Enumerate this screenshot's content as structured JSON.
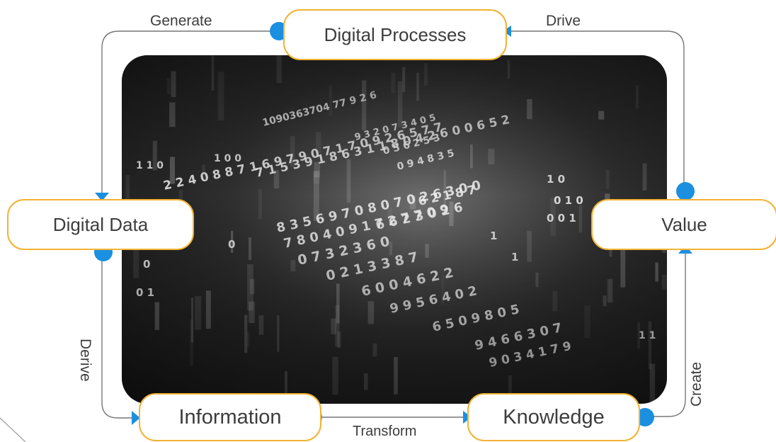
{
  "nodes": {
    "digital_processes": "Digital Processes",
    "digital_data": "Digital Data",
    "value": "Value",
    "information": "Information",
    "knowledge": "Knowledge"
  },
  "edges": {
    "generate": "Generate",
    "drive": "Drive",
    "derive": "Derive",
    "transform": "Transform",
    "create": "Create"
  },
  "colors": {
    "node_border": "#f2b233",
    "connector_dot": "#1b8fe0",
    "line": "#777777",
    "text": "#3d3d3d"
  }
}
